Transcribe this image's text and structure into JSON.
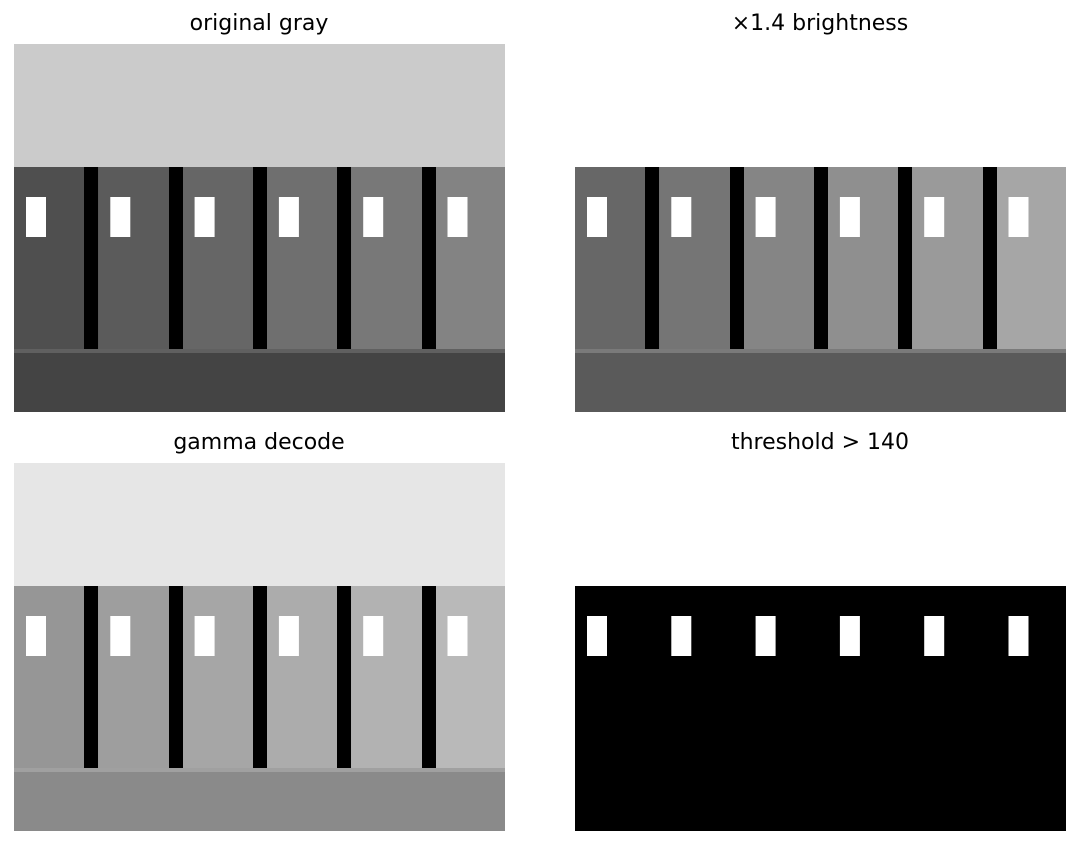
{
  "figure": {
    "panels": [
      {
        "title": "original gray",
        "sky": "#cbcbcb",
        "ground": "#444444",
        "ground_edge": "#606060",
        "pillar": "#000000",
        "window": "#ffffff",
        "columns": [
          "#4f4f4f",
          "#5b5b5b",
          "#666666",
          "#6f6f6f",
          "#787878",
          "#838383"
        ]
      },
      {
        "title": "×1.4 brightness",
        "sky": "#ffffff",
        "ground": "#5a5a5a",
        "ground_edge": "#7a7a7a",
        "pillar": "#000000",
        "window": "#ffffff",
        "columns": [
          "#676767",
          "#757575",
          "#858585",
          "#8f8f8f",
          "#9a9a9a",
          "#a6a6a6"
        ]
      },
      {
        "title": "gamma decode",
        "sky": "#e6e6e6",
        "ground": "#8a8a8a",
        "ground_edge": "#a0a0a0",
        "pillar": "#000000",
        "window": "#ffffff",
        "columns": [
          "#969696",
          "#9e9e9e",
          "#a6a6a6",
          "#acacac",
          "#b2b2b2",
          "#b9b9b9"
        ]
      },
      {
        "title": "threshold > 140",
        "sky": "#ffffff",
        "ground": "#000000",
        "ground_edge": "#000000",
        "pillar": "#000000",
        "window": "#ffffff",
        "columns": [
          "#000000",
          "#000000",
          "#000000",
          "#000000",
          "#000000",
          "#000000"
        ]
      }
    ]
  }
}
